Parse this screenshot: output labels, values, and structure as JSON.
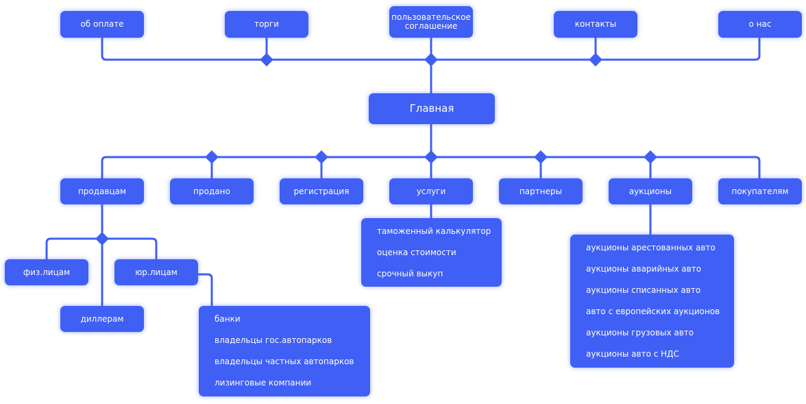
{
  "top_nodes": [
    "об оплате",
    "торги",
    "пользовательское соглашение",
    "контакты",
    "о нас"
  ],
  "root": "Главная",
  "second_nodes": [
    "продавцам",
    "продано",
    "регистрация",
    "услуги",
    "партнеры",
    "аукционы",
    "покупателям"
  ],
  "sellers": {
    "individuals": "физ.лицам",
    "legal_entities": "юр.лицам",
    "dealers": "диллерам",
    "legal_list": [
      "банки",
      "владельцы гос.автопарков",
      "владельцы частных автопарков",
      "лизинговые компании"
    ]
  },
  "services_list": [
    "таможенный калькулятор",
    "оценка стоимости",
    "срочный выкуп"
  ],
  "auctions_list": [
    "аукционы арестованных авто",
    "аукционы аварийных авто",
    "аукционы списанных авто",
    "авто с европейских аукционов",
    "аукционы грузовых авто",
    "аукционы авто с НДС"
  ],
  "colors": {
    "node": "#3f5ff5",
    "text": "#ffffff",
    "background": "#ffffff"
  }
}
